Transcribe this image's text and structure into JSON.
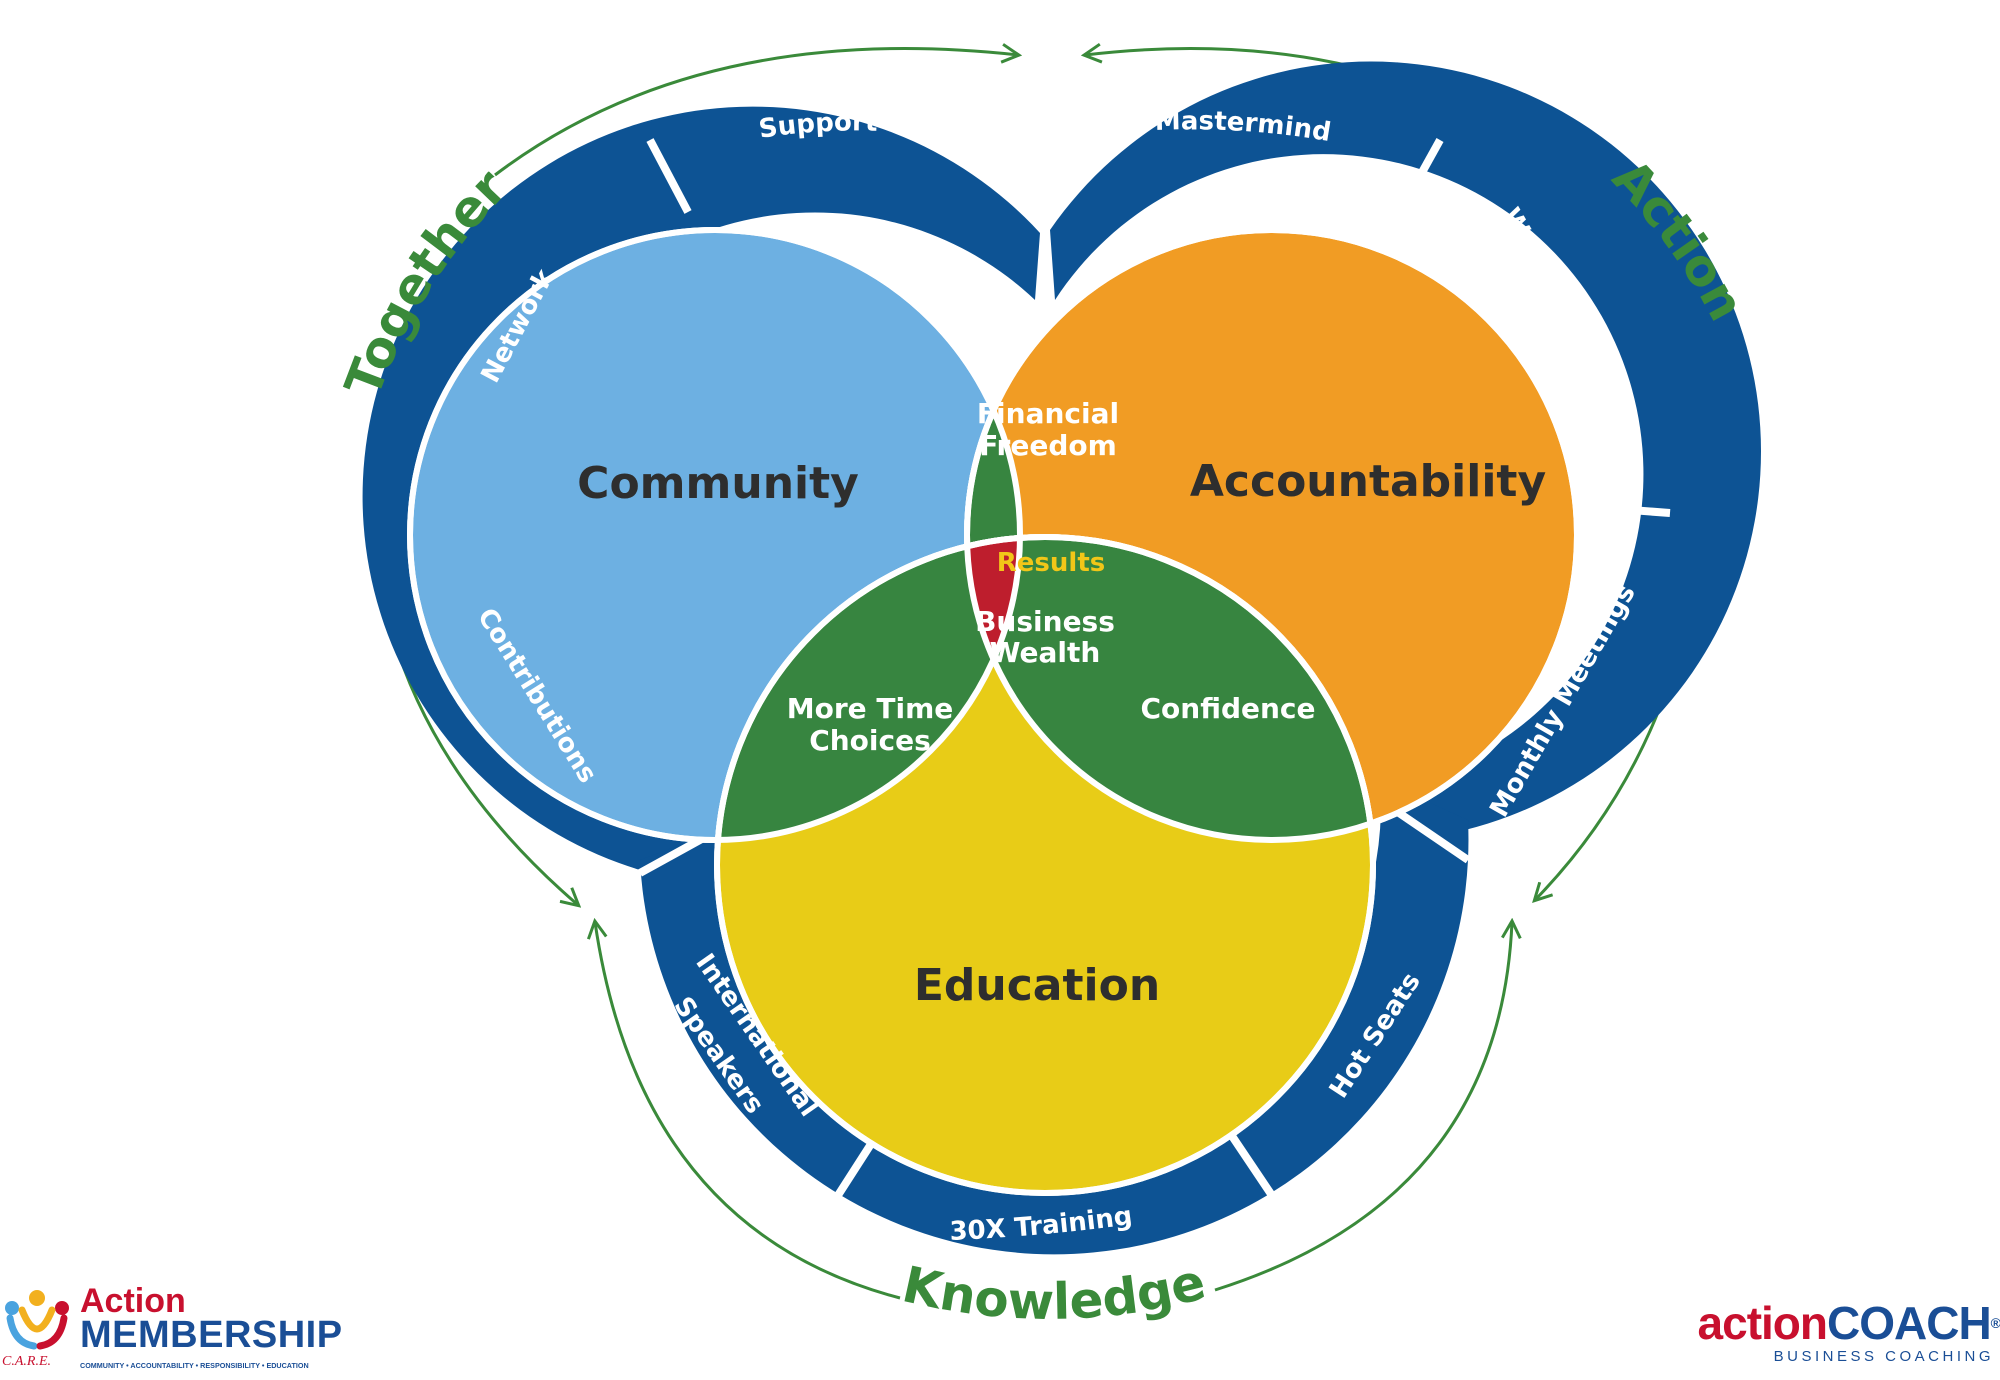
{
  "arcs": {
    "together": "Together",
    "action": "Action",
    "knowledge": "Knowledge"
  },
  "ring": {
    "support": "Support",
    "mastermind": "Mastermind",
    "network": "Network",
    "weekly": "Weekly Check ins",
    "contributions": "Contributions",
    "monthly": "Monthly Meetings",
    "intl1": "International",
    "intl2": "Speakers",
    "hotseats": "Hot Seats",
    "training": "30X Training"
  },
  "circles": {
    "community": "Community",
    "accountability": "Accountability",
    "education": "Education"
  },
  "lenses": {
    "financial1": "Financial",
    "financial2": "Freedom",
    "time1": "More Time",
    "time2": "Choices",
    "confidence": "Confidence",
    "results": "Results",
    "wealth1": "Business",
    "wealth2": "Wealth"
  },
  "logos": {
    "left_name1": "Action",
    "left_name2": "MEMBERSHIP",
    "left_care": "C.A.R.E.",
    "left_tag": "COMMUNITY • ACCOUNTABILITY • RESPONSIBILITY • EDUCATION",
    "right_word1": "action",
    "right_word2": "COACH",
    "right_reg": "®",
    "right_sub": "BUSINESS COACHING"
  },
  "colors": {
    "ring": "#0d5394",
    "community": "#6db0e2",
    "accountability": "#f19c24",
    "education": "#e8cc17",
    "overlap": "#378540",
    "center": "#be1e2d",
    "arrow": "#3a8a3a",
    "brand_red": "#c8102e",
    "brand_blue": "#1a4e96"
  }
}
